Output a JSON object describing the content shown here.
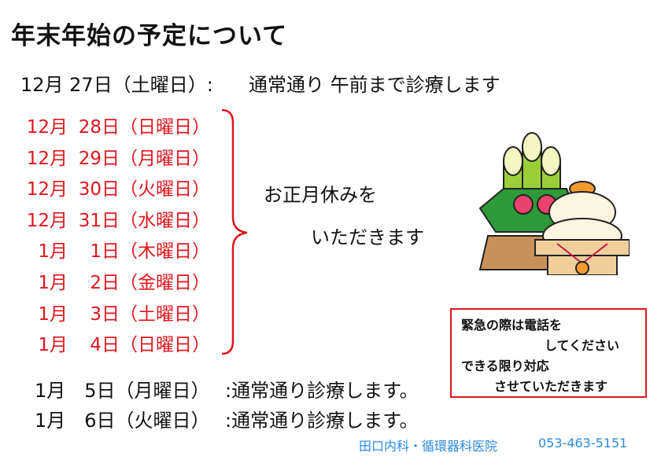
{
  "title": "年末年始の予定について",
  "first_line": {
    "date": "12月 27日（土曜日）:",
    "text": "通常通り 午前まで診療します"
  },
  "holidays": [
    {
      "month": "12月",
      "day": "28日",
      "weekday": "（日曜日）"
    },
    {
      "month": "12月",
      "day": "29日",
      "weekday": "（月曜日）"
    },
    {
      "month": "12月",
      "day": "30日",
      "weekday": "（火曜日）"
    },
    {
      "month": "12月",
      "day": "31日",
      "weekday": "（水曜日）"
    },
    {
      "month": "1月",
      "day": "1日",
      "weekday": "（木曜日）"
    },
    {
      "month": "1月",
      "day": "2日",
      "weekday": "（金曜日）"
    },
    {
      "month": "1月",
      "day": "3日",
      "weekday": "（土曜日）"
    },
    {
      "month": "1月",
      "day": "4日",
      "weekday": "（日曜日）"
    }
  ],
  "holiday_message": {
    "line1": "お正月休みを",
    "line2": "いただきます"
  },
  "resume_lines": [
    {
      "date": "1月　5日（月曜日）",
      "text": ":通常通り診療します。"
    },
    {
      "date": "1月　6日（火曜日）",
      "text": ":通常通り診療します。"
    }
  ],
  "emergency_note": {
    "line1": "緊急の際は電話を",
    "line2": "してください",
    "line3": "できる限り対応",
    "line4": "させていただきます"
  },
  "footer": {
    "clinic": "田口内科・循環器科医院",
    "phone": "053-463-5151"
  },
  "colors": {
    "red": "#e0161d",
    "blue": "#2a8ae0"
  }
}
